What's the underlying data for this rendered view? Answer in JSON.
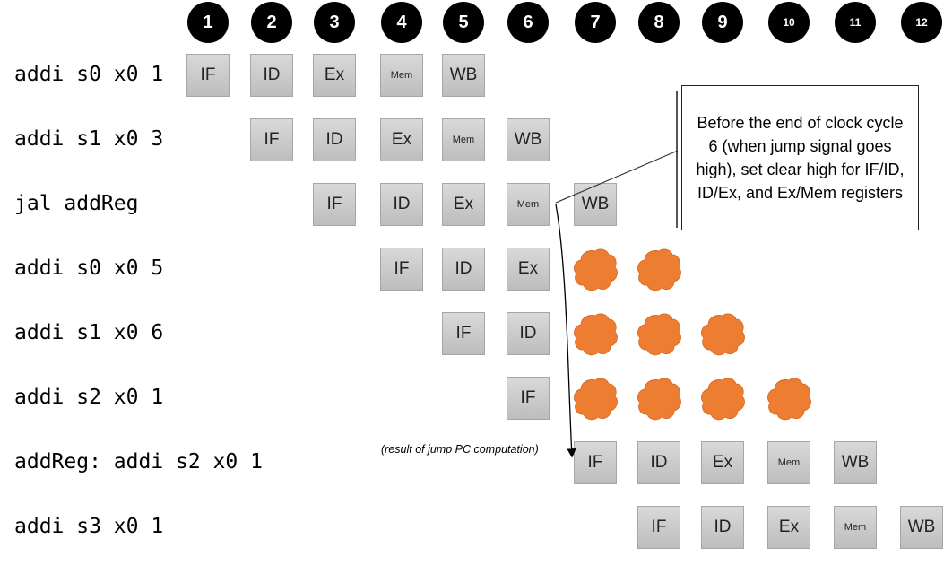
{
  "cycles": [
    "1",
    "2",
    "3",
    "4",
    "5",
    "6",
    "7",
    "8",
    "9",
    "10",
    "11",
    "12"
  ],
  "instructions": [
    {
      "text": "addi s0 x0 1",
      "stages": [
        {
          "label": "IF",
          "cycle": 1
        },
        {
          "label": "ID",
          "cycle": 2
        },
        {
          "label": "Ex",
          "cycle": 3
        },
        {
          "label": "Mem",
          "cycle": 4
        },
        {
          "label": "WB",
          "cycle": 5
        }
      ],
      "flushed_cycles": []
    },
    {
      "text": "addi s1 x0 3",
      "stages": [
        {
          "label": "IF",
          "cycle": 2
        },
        {
          "label": "ID",
          "cycle": 3
        },
        {
          "label": "Ex",
          "cycle": 4
        },
        {
          "label": "Mem",
          "cycle": 5
        },
        {
          "label": "WB",
          "cycle": 6
        }
      ],
      "flushed_cycles": []
    },
    {
      "text": "jal addReg",
      "stages": [
        {
          "label": "IF",
          "cycle": 3
        },
        {
          "label": "ID",
          "cycle": 4
        },
        {
          "label": "Ex",
          "cycle": 5
        },
        {
          "label": "Mem",
          "cycle": 6
        },
        {
          "label": "WB",
          "cycle": 7
        }
      ],
      "flushed_cycles": []
    },
    {
      "text": "addi s0 x0 5",
      "stages": [
        {
          "label": "IF",
          "cycle": 4
        },
        {
          "label": "ID",
          "cycle": 5
        },
        {
          "label": "Ex",
          "cycle": 6
        }
      ],
      "flushed_cycles": [
        7,
        8
      ]
    },
    {
      "text": "addi s1 x0 6",
      "stages": [
        {
          "label": "IF",
          "cycle": 5
        },
        {
          "label": "ID",
          "cycle": 6
        }
      ],
      "flushed_cycles": [
        7,
        8,
        9
      ]
    },
    {
      "text": "addi s2 x0 1",
      "stages": [
        {
          "label": "IF",
          "cycle": 6
        }
      ],
      "flushed_cycles": [
        7,
        8,
        9,
        10
      ]
    },
    {
      "text": "addReg: addi s2 x0 1",
      "stages": [
        {
          "label": "IF",
          "cycle": 7
        },
        {
          "label": "ID",
          "cycle": 8
        },
        {
          "label": "Ex",
          "cycle": 9
        },
        {
          "label": "Mem",
          "cycle": 10
        },
        {
          "label": "WB",
          "cycle": 11
        }
      ],
      "flushed_cycles": []
    },
    {
      "text": "addi s3 x0 1",
      "stages": [
        {
          "label": "IF",
          "cycle": 8
        },
        {
          "label": "ID",
          "cycle": 9
        },
        {
          "label": "Ex",
          "cycle": 10
        },
        {
          "label": "Mem",
          "cycle": 11
        },
        {
          "label": "WB",
          "cycle": 12
        }
      ],
      "flushed_cycles": []
    }
  ],
  "callout": "Before the end of clock cycle 6 (when jump signal goes high), set clear high for IF/ID, ID/Ex, and Ex/Mem registers",
  "note": "(result of jump PC computation)",
  "colors": {
    "bubble": "#ed7d31",
    "stage_fill": "#c9c9c9",
    "cycle_fill": "#000000"
  }
}
